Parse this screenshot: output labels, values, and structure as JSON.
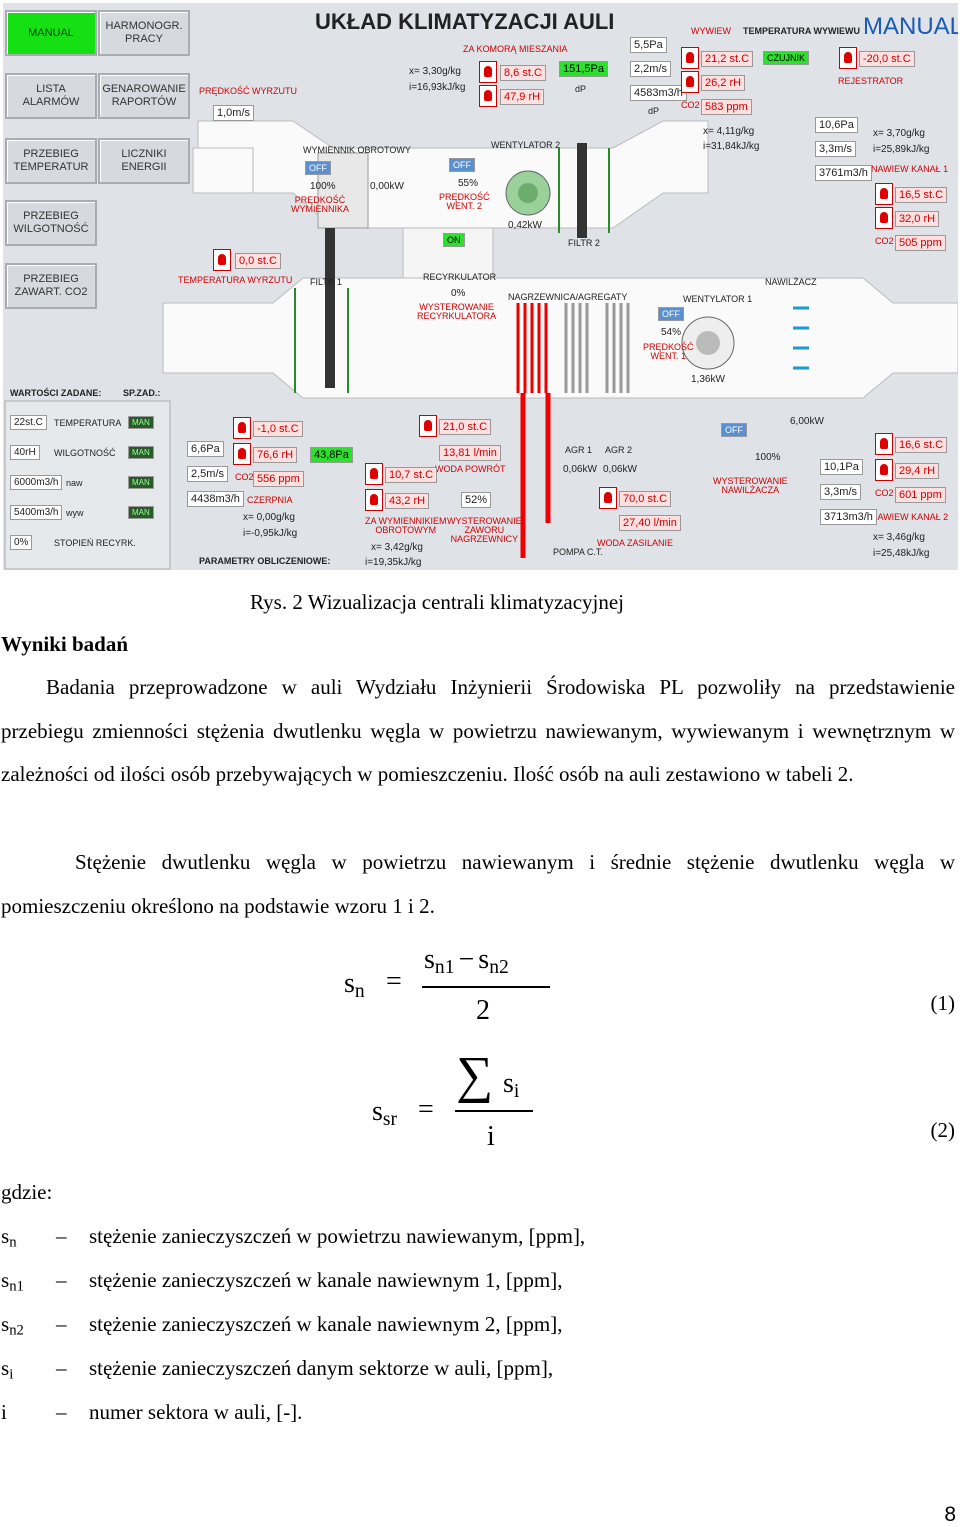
{
  "scada": {
    "title": "UKŁAD KLIMATYZACJI AULI",
    "mode": "MANUAL",
    "buttons": {
      "manual": "MANUAL",
      "schedule": "HARMONOGR.\nPRACY",
      "alarms": "LISTA\nALARMÓW",
      "reports": "GENAROWANIE\nRAPORTÓW",
      "temp_plots": "PRZEBIEG\nTEMPERATUR",
      "energy": "LICZNIKI\nENERGII",
      "humidity_plots": "PRZEBIEG\nWILGOTNOŚĆ",
      "co2_plots": "PRZEBIEG\nZAWART. CO2"
    },
    "labels": {
      "mixing": "ZA KOMORĄ MIESZANIA",
      "exhaust": "WYWIEW",
      "exhaust_temp": "TEMPERATURA WYWIEWU",
      "sensor": "CZUJNIK",
      "recorder": "REJESTRATOR",
      "speed_exhaust": "PRĘDKOŚĆ WYRZUTU",
      "rotary_hx": "WYMIENNIK OBROTOWY",
      "fan2": "WENTYLATOR 2",
      "hx_speed": "PRĘDKOŚĆ\nWYMIENNIKA",
      "fan2_speed": "PRĘDKOŚĆ\nWENT. 2",
      "filter2": "FILTR 2",
      "temp_exhaust_out": "TEMPERATURA WYRZUTU",
      "filter1": "FILTR 1",
      "recirculator": "RECYRKULATOR",
      "recirc_ctrl": "WYSTEROWANIE\nRECYRKULATORA",
      "heater": "NAGRZEWNICA/AGREGATY",
      "fan1": "WENTYLATOR 1",
      "humidifier": "NAWILŻACZ",
      "fan1_speed": "PRĘDKOŚĆ\nWENT. 1",
      "supply1": "NAWIEW KANAŁ 1",
      "supply2": "NAWIEW KANAŁ 2",
      "humid_ctrl": "WYSTEROWANIE\nNAWILŻACZA",
      "setpoints": "WARTOŚCI ZADANE:",
      "sp": "SP.ZAD.:",
      "intake": "CZERPNIA",
      "after_hx": "ZA WYMIENNIKIEM\nOBROTOWYM",
      "valve_ctrl": "WYSTEROWANIE\nZAWORU\nNAGRZEWNICY",
      "water_return": "WODA POWRÓT",
      "water_supply": "WODA ZASILANIE",
      "pump": "POMPA C.T.",
      "calc_params": "PARAMETRY OBLICZENIOWE:",
      "agr1": "AGR 1",
      "agr2": "AGR 2"
    },
    "setpoints": [
      {
        "value": "22st.C",
        "label": "TEMPERATURA",
        "tag": "MAN"
      },
      {
        "value": "40rH",
        "label": "WILGOTNOŚĆ",
        "tag": "MAN"
      },
      {
        "value": "6000m3/h",
        "label": "naw",
        "tag": "MAN"
      },
      {
        "value": "5400m3/h",
        "label": "wyw",
        "tag": "MAN"
      },
      {
        "value": "0%",
        "label": "STOPIEŃ RECYRK.",
        "tag": ""
      }
    ],
    "values": {
      "mix_x": "x= 3,30g/kg",
      "mix_i": "i=16,93kJ/kg",
      "mix_t": "8,6 st.C",
      "mix_rh": "47,9 rH",
      "mix_dp": "151,5Pa",
      "exh_dp": "5,5Pa",
      "exh_v": "2,2m/s",
      "exh_q": "4583m3/h",
      "exh_t": "21,2 st.C",
      "exh_rh": "26,2 rH",
      "exh_co2": "583 ppm",
      "exh_x": "x= 4,11g/kg",
      "exh_i": "i=31,84kJ/kg",
      "out_t": "-20,0 st.C",
      "v_out": "1,0m/s",
      "hx_pct": "100%",
      "hx_kw": "0,00kW",
      "fan2_pct": "55%",
      "fan2_kw": "0,42kW",
      "off1": "OFF",
      "off2": "OFF",
      "on1": "ON",
      "off3": "OFF",
      "off4": "OFF",
      "t_out": "0,0 st.C",
      "recirc_pct": "0%",
      "fan1_pct": "54%",
      "fan1_kw": "1,36kW",
      "hum_kw": "6,00kW",
      "hum_pct": "100%",
      "s1_dp": "10,6Pa",
      "s1_v": "3,3m/s",
      "s1_q": "3761m3/h",
      "s1_x": "x= 3,70g/kg",
      "s1_i": "i=25,89kJ/kg",
      "s1_t": "16,5 st.C",
      "s1_rh": "32,0 rH",
      "s1_co2": "505 ppm",
      "s2_t": "16,6 st.C",
      "s2_rh": "29,4 rH",
      "s2_co2": "601 ppm",
      "s2_dp": "10,1Pa",
      "s2_v": "3,3m/s",
      "s2_q": "3713m3/h",
      "s2_x": "x= 3,46g/kg",
      "s2_i": "i=25,48kJ/kg",
      "in_dp": "6,6Pa",
      "in_v": "2,5m/s",
      "in_q": "4438m3/h",
      "in_t": "-1,0 st.C",
      "in_rh": "76,6 rH",
      "in_co2": "556 ppm",
      "in_dp2": "43,8Pa",
      "in_x": "x= 0,00g/kg",
      "in_i": "i=-0,95kJ/kg",
      "ahx_t": "10,7 st.C",
      "ahx_rh": "43,2 rH",
      "ahx_x": "x= 3,42g/kg",
      "ahx_i": "i=19,35kJ/kg",
      "wr_t": "21,0 st.C",
      "wr_flow": "13,81 l/min",
      "valve": "52%",
      "ws_t": "70,0 st.C",
      "ws_flow": "27,40 l/min",
      "agr1_kw": "0,06kW",
      "agr2_kw": "0,06kW",
      "dp": "dP",
      "co2": "CO2"
    }
  },
  "caption": "Rys. 2 Wizualizacja centrali klimatyzacyjnej",
  "heading": "Wyniki badań",
  "paragraphs": [
    "Badania przeprowadzone w auli Wydziału Inżynierii Środowiska PL pozwoliły na przedstawienie przebiegu zmienności stężenia dwutlenku węgla w powietrzu nawiewanym, wywiewanym i wewnętrznym w zależności od ilości osób przebywających w pomieszczeniu. Ilość osób na auli zestawiono w tabeli 2.",
    "Stężenie dwutlenku węgla w powietrzu nawiewanym i średnie stężenie dwutlenku węgla w pomieszczeniu określono na podstawie wzoru 1 i 2."
  ],
  "equations": {
    "eq1": {
      "lhs": "s",
      "lhs_sub": "n",
      "num_a": "s",
      "num_a_sub": "n1",
      "op": "−",
      "num_b": "s",
      "num_b_sub": "n2",
      "den": "2",
      "number": "(1)"
    },
    "eq2": {
      "lhs": "s",
      "lhs_sub": "sr",
      "sum": "∑",
      "num": "s",
      "num_sub": "i",
      "den": "i",
      "number": "(2)"
    }
  },
  "where": "gdzie:",
  "definitions": [
    {
      "sym": "s",
      "sub": "n",
      "dash": "–",
      "text": "stężenie zanieczyszczeń w powietrzu nawiewanym, [ppm],"
    },
    {
      "sym": "s",
      "sub": "n1",
      "dash": "–",
      "text": "stężenie zanieczyszczeń w kanale nawiewnym 1, [ppm],"
    },
    {
      "sym": "s",
      "sub": "n2",
      "dash": "–",
      "text": "stężenie zanieczyszczeń w kanale nawiewnym 2, [ppm],"
    },
    {
      "sym": "s",
      "sub": "i",
      "dash": "–",
      "text": "stężenie zanieczyszczeń danym sektorze w auli, [ppm],"
    },
    {
      "sym": "i",
      "sub": "",
      "dash": "–",
      "text": "numer sektora w auli, [-]."
    }
  ],
  "page_number": "8",
  "colors": {
    "duct": "#ffffff",
    "panel": "#dfe3e8",
    "accent_red": "#d00000",
    "green": "#14e014"
  }
}
